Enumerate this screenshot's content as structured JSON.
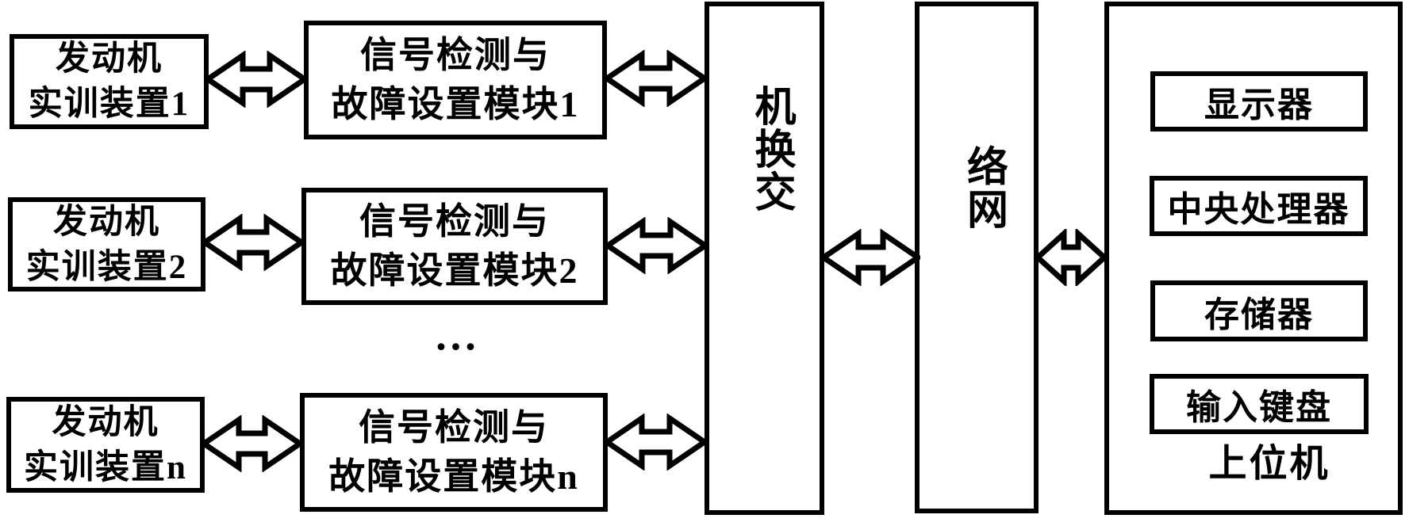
{
  "diagram": {
    "background": "#ffffff",
    "line_color": "#000000",
    "engine_units": [
      {
        "line1": "发动机",
        "line2": "实训装置1"
      },
      {
        "line1": "发动机",
        "line2": "实训装置2"
      },
      {
        "line1": "发动机",
        "line2": "实训装置n"
      }
    ],
    "signal_modules": [
      {
        "line1": "信号检测与",
        "line2": "故障设置模块1"
      },
      {
        "line1": "信号检测与",
        "line2": "故障设置模块2"
      },
      {
        "line1": "信号检测与",
        "line2": "故障设置模块n"
      }
    ],
    "ellipsis": "...",
    "switch_box": {
      "chars": [
        "机",
        "换",
        "交"
      ]
    },
    "network_box": {
      "chars": [
        "络",
        "网"
      ]
    },
    "host_computer": {
      "components": [
        "显示器",
        "中央处理器",
        "存储器",
        "输入键盘"
      ],
      "label": "上位机"
    }
  }
}
